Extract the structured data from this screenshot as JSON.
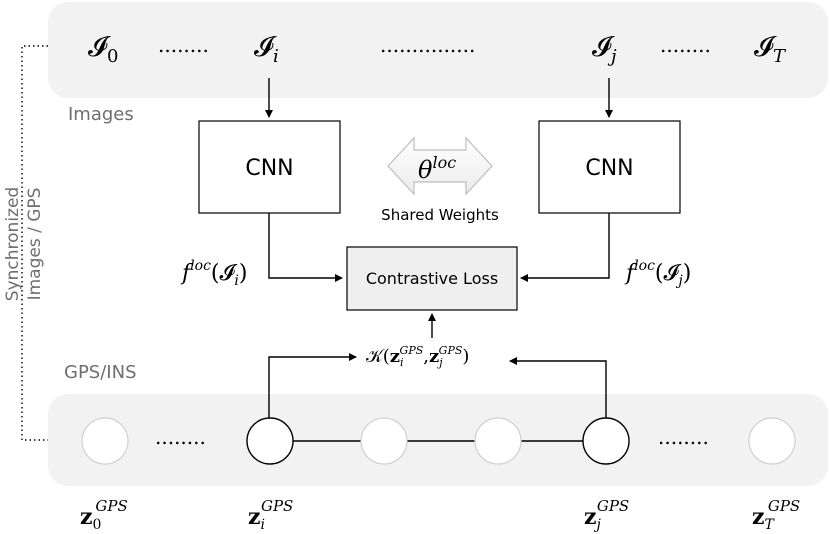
{
  "sections": {
    "images_label": "Images",
    "gps_label": "GPS/INS",
    "side_label_line1": "Synchronized",
    "side_label_line2": "Images / GPS"
  },
  "image_row": {
    "items": [
      {
        "base": "𝓘",
        "sub": "0"
      },
      {
        "base": "𝓘",
        "sub": "i"
      },
      {
        "base": "𝓘",
        "sub": "j"
      },
      {
        "base": "𝓘",
        "sub": "T"
      }
    ],
    "dots": [
      "........",
      "...............",
      "........"
    ]
  },
  "cnn": {
    "left_label": "CNN",
    "right_label": "CNN"
  },
  "shared": {
    "theta_base": "θ",
    "theta_sup": "loc",
    "caption": "Shared Weights"
  },
  "loss": {
    "label": "Contrastive Loss"
  },
  "features": {
    "left": {
      "f": "f",
      "sup": "loc",
      "arg_base": "𝓘",
      "arg_sub": "i"
    },
    "right": {
      "f": "f",
      "sup": "loc",
      "arg_base": "𝓘",
      "arg_sub": "j"
    }
  },
  "kernel": {
    "k": "𝒦",
    "open": "(",
    "z": "z",
    "sub_i": "i",
    "sub_j": "j",
    "sup": "GPS",
    "comma": ",",
    "close": ")"
  },
  "gps_row": {
    "dots": [
      "........",
      "........"
    ],
    "labels": [
      {
        "z": "z",
        "sub": "0",
        "sup": "GPS"
      },
      {
        "z": "z",
        "sub": "i",
        "sup": "GPS"
      },
      {
        "z": "z",
        "sub": "j",
        "sup": "GPS"
      },
      {
        "z": "z",
        "sub": "T",
        "sup": "GPS"
      }
    ]
  },
  "colors": {
    "band": "#f2f2f2",
    "loss_box": "#efefef",
    "stroke": "#000000",
    "muted_text": "#6e6e6e",
    "faint_node": "#d0d0d0"
  }
}
